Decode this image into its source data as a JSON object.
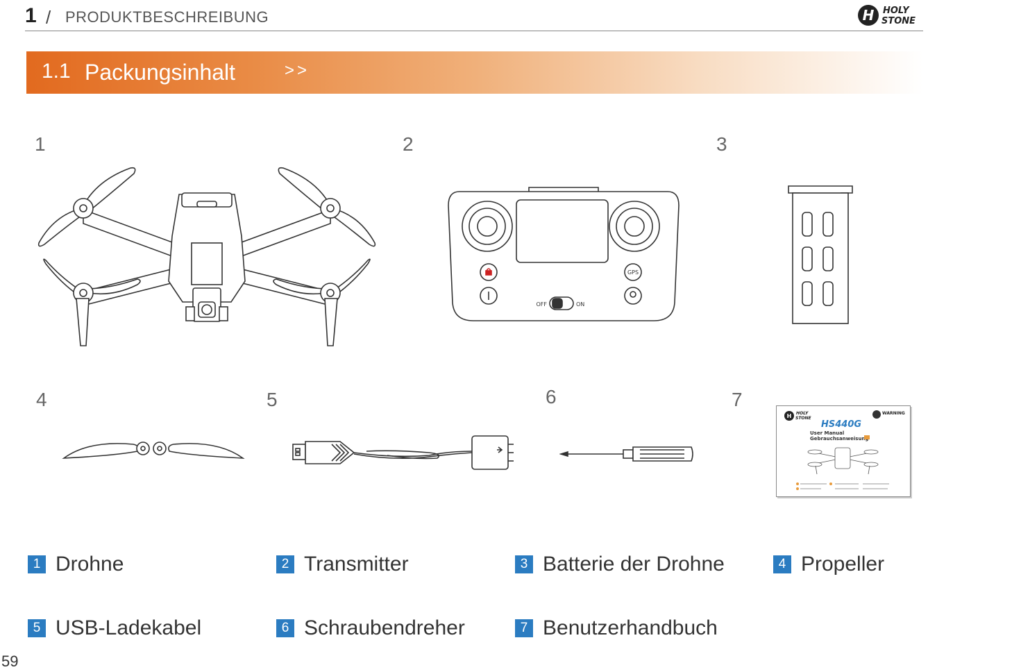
{
  "header": {
    "chapter_number": "1",
    "separator": "/",
    "chapter_title": "PRODUKTBESCHREIBUNG",
    "brand_logo_text_top": "HOLY",
    "brand_logo_text_bottom": "STONE"
  },
  "section": {
    "number": "1.1",
    "title": "Packungsinhalt",
    "arrows": ">>"
  },
  "items": [
    {
      "number": "1",
      "label": "Drohne"
    },
    {
      "number": "2",
      "label": "Transmitter"
    },
    {
      "number": "3",
      "label": "Batterie der Drohne"
    },
    {
      "number": "4",
      "label": "Propeller"
    },
    {
      "number": "5",
      "label": "USB-Ladekabel"
    },
    {
      "number": "6",
      "label": "Schraubendreher"
    },
    {
      "number": "7",
      "label": "Benutzerhandbuch"
    }
  ],
  "transmitter": {
    "gps_label": "GPS",
    "switch_off": "OFF",
    "switch_on": "ON"
  },
  "manual": {
    "brand_top": "HOLY",
    "brand_bottom": "STONE",
    "model": "HS440G",
    "title_en": "User Manual",
    "title_de": "Gebrauchsanweisung",
    "warning": "WARNING"
  },
  "page_number": "59",
  "colors": {
    "accent_orange": "#e26a1f",
    "badge_blue": "#2b7cc1",
    "manual_blue": "#2b7cc1"
  }
}
